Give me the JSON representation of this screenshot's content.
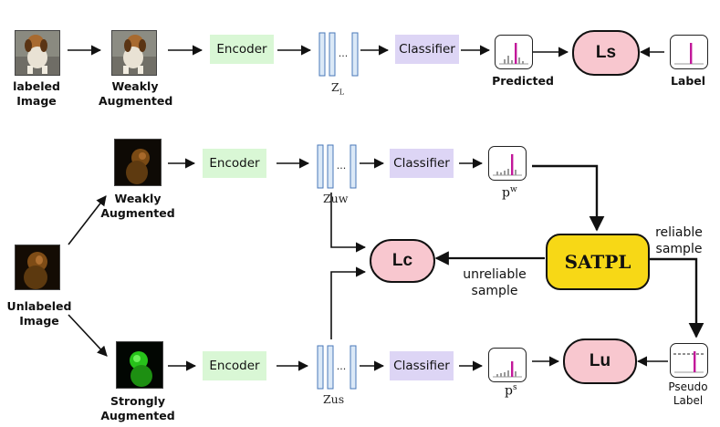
{
  "labels": {
    "labeled_image": "labeled\nImage",
    "weakly_augmented": "Weakly\nAugmented",
    "unlabeled_image": "Unlabeled\nImage",
    "strongly_augmented": "Strongly\nAugmented",
    "predicted": "Predicted",
    "label": "Label",
    "pseudo_label": "Pseudo\nLabel"
  },
  "blocks": {
    "encoder": "Encoder",
    "classifier": "Classifier",
    "satpl": "SATPL"
  },
  "features": {
    "dots": "...",
    "zl": "Z",
    "zl_sub": "L",
    "zuw": "Zuw",
    "zus": "Zus"
  },
  "losses": {
    "ls": "Ls",
    "lc": "Lc",
    "lu": "Lu"
  },
  "probs": {
    "p_base": "p",
    "pw_sup": "w",
    "ps_sup": "s"
  },
  "annotations": {
    "reliable": "reliable\nsample",
    "unreliable": "unreliable\nsample"
  },
  "colors": {
    "encoder": "#d9f7d5",
    "classifier": "#ddd5f5",
    "loss": "#f8c7cf",
    "satpl": "#f7d816",
    "feature": "#dbe9f7",
    "peak": "#c2189a"
  }
}
